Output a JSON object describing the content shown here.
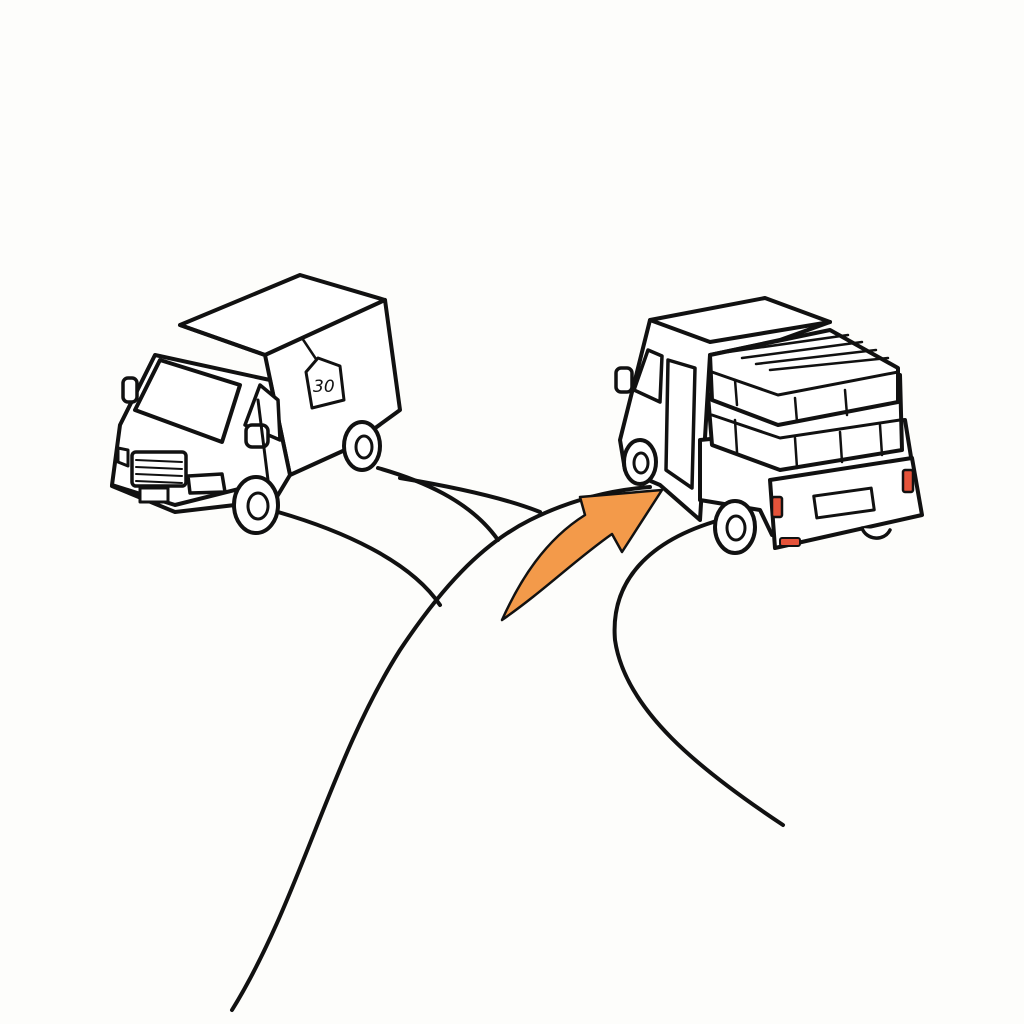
{
  "colors": {
    "background": "#fdfdfb",
    "ink": "#111111",
    "arrow": "#f39a4a",
    "taillight": "#e5533a"
  },
  "left_van": {
    "tag_text": "30"
  },
  "icons": [
    "box-van",
    "pickup-truck-with-crates",
    "turn-arrow"
  ]
}
